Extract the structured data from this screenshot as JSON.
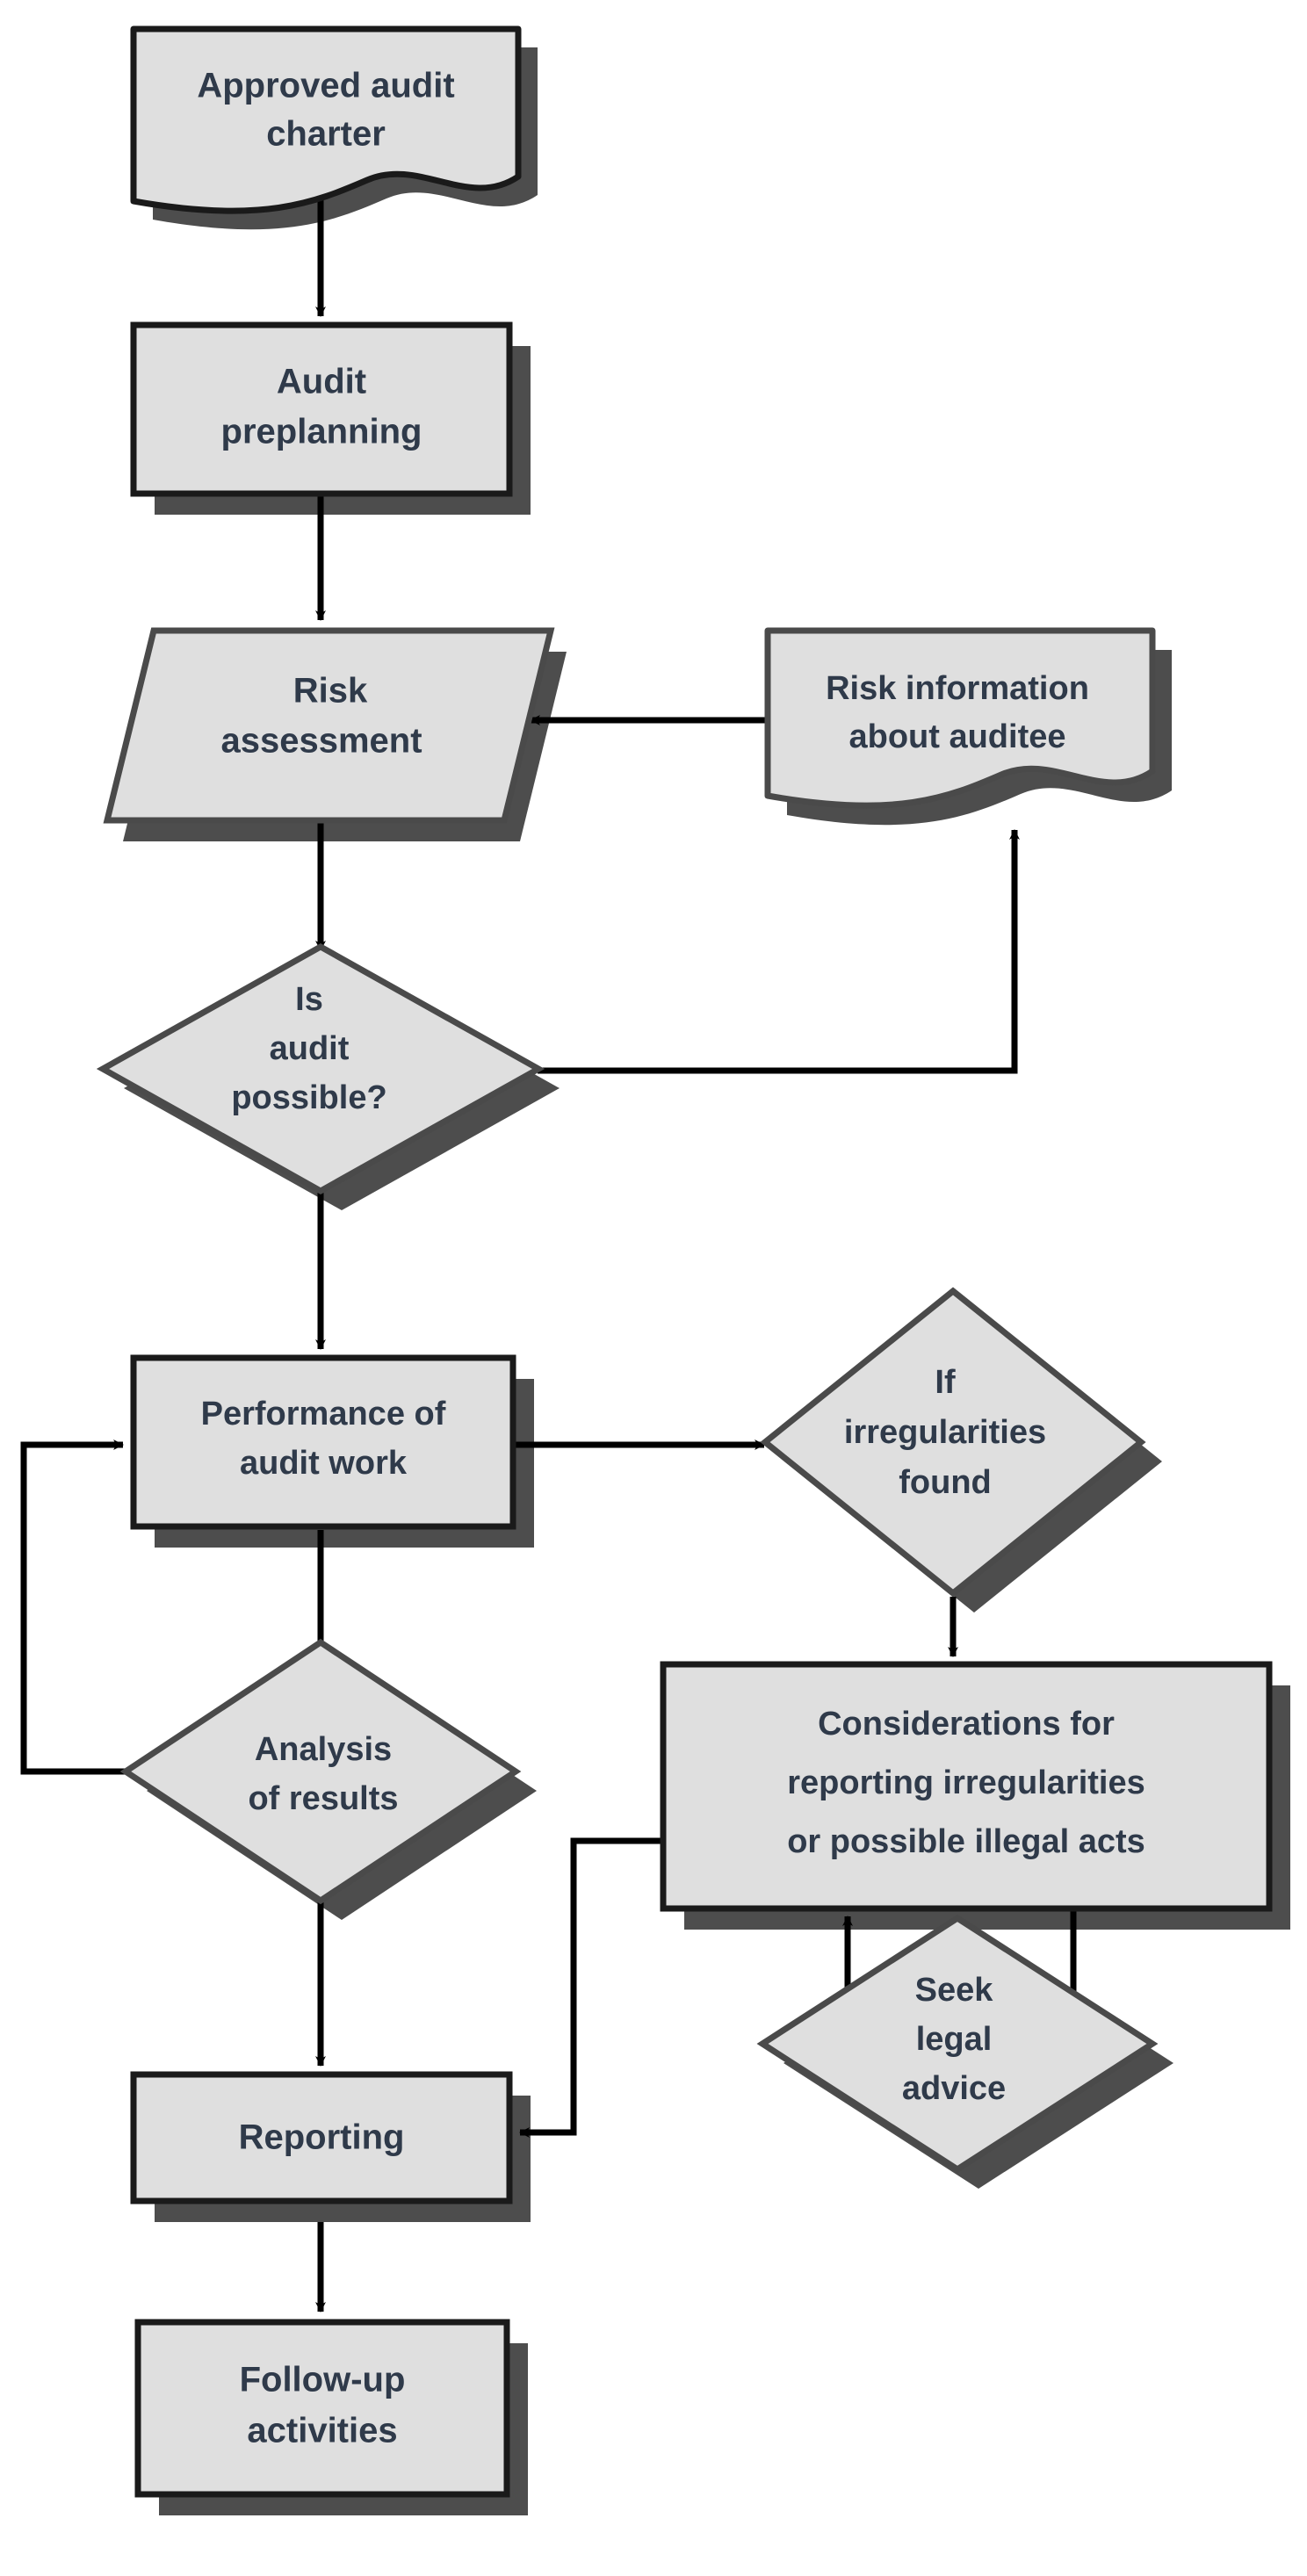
{
  "diagram": {
    "title": "Audit process flowchart",
    "colors": {
      "shape_fill": "#dfdfdf",
      "shape_stroke": "#1a1a1a",
      "shape_stroke_soft": "#3c3c3c",
      "shadow": "#4d4d4d",
      "text": "#2f3a4a",
      "connector": "#000000",
      "background": "#ffffff"
    },
    "nodes": [
      {
        "id": "approved-audit-charter",
        "shape": "document",
        "lines": [
          "Approved audit",
          "charter"
        ]
      },
      {
        "id": "audit-preplanning",
        "shape": "process",
        "lines": [
          "Audit",
          "preplanning"
        ]
      },
      {
        "id": "risk-assessment",
        "shape": "parallelogram",
        "lines": [
          "Risk",
          "assessment"
        ]
      },
      {
        "id": "risk-information-about-auditee",
        "shape": "document",
        "lines": [
          "Risk information",
          "about auditee"
        ]
      },
      {
        "id": "is-audit-possible",
        "shape": "decision",
        "lines": [
          "Is",
          "audit",
          "possible?"
        ]
      },
      {
        "id": "performance-of-audit-work",
        "shape": "process",
        "lines": [
          "Performance of",
          "audit work"
        ]
      },
      {
        "id": "if-irregularities-found",
        "shape": "decision",
        "lines": [
          "If",
          "irregularities",
          "found"
        ]
      },
      {
        "id": "analysis-of-results",
        "shape": "decision",
        "lines": [
          "Analysis",
          "of results"
        ]
      },
      {
        "id": "considerations-for-reporting",
        "shape": "process",
        "lines": [
          "Considerations for",
          "reporting irregularities",
          "or possible illegal acts"
        ]
      },
      {
        "id": "seek-legal-advice",
        "shape": "decision",
        "lines": [
          "Seek",
          "legal",
          "advice"
        ]
      },
      {
        "id": "reporting",
        "shape": "process",
        "lines": [
          "Reporting"
        ]
      },
      {
        "id": "follow-up-activities",
        "shape": "process",
        "lines": [
          "Follow-up",
          "activities"
        ]
      }
    ],
    "edges": [
      {
        "id": "charter-to-preplanning",
        "from": "approved-audit-charter",
        "to": "audit-preplanning",
        "arrow": true
      },
      {
        "id": "preplanning-to-risk-assessment",
        "from": "audit-preplanning",
        "to": "risk-assessment",
        "arrow": true
      },
      {
        "id": "risk-info-to-risk-assessment",
        "from": "risk-information-about-auditee",
        "to": "risk-assessment",
        "arrow": true
      },
      {
        "id": "risk-assessment-to-is-audit-possible",
        "from": "risk-assessment",
        "to": "is-audit-possible",
        "arrow": true
      },
      {
        "id": "is-audit-possible-to-risk-info",
        "from": "is-audit-possible",
        "to": "risk-information-about-auditee",
        "arrow": true
      },
      {
        "id": "is-audit-possible-to-performance",
        "from": "is-audit-possible",
        "to": "performance-of-audit-work",
        "arrow": true
      },
      {
        "id": "performance-to-irregularities",
        "from": "performance-of-audit-work",
        "to": "if-irregularities-found",
        "arrow": true
      },
      {
        "id": "performance-to-analysis",
        "from": "performance-of-audit-work",
        "to": "analysis-of-results",
        "arrow": true
      },
      {
        "id": "analysis-loop-back-to-performance",
        "from": "analysis-of-results",
        "to": "performance-of-audit-work",
        "arrow": true
      },
      {
        "id": "analysis-to-reporting",
        "from": "analysis-of-results",
        "to": "reporting",
        "arrow": true
      },
      {
        "id": "irregularities-to-considerations",
        "from": "if-irregularities-found",
        "to": "considerations-for-reporting",
        "arrow": true
      },
      {
        "id": "considerations-to-seek-legal-advice",
        "from": "considerations-for-reporting",
        "to": "seek-legal-advice",
        "arrow": true
      },
      {
        "id": "seek-legal-advice-to-considerations",
        "from": "seek-legal-advice",
        "to": "considerations-for-reporting",
        "arrow": true
      },
      {
        "id": "considerations-to-reporting",
        "from": "considerations-for-reporting",
        "to": "reporting",
        "arrow": true
      },
      {
        "id": "reporting-to-follow-up",
        "from": "reporting",
        "to": "follow-up-activities",
        "arrow": true
      }
    ]
  },
  "labels": {
    "approved_audit_charter_l1": "Approved audit",
    "approved_audit_charter_l2": "charter",
    "audit_preplanning_l1": "Audit",
    "audit_preplanning_l2": "preplanning",
    "risk_assessment_l1": "Risk",
    "risk_assessment_l2": "assessment",
    "risk_information_l1": "Risk information",
    "risk_information_l2": "about auditee",
    "is_audit_possible_l1": "Is",
    "is_audit_possible_l2": "audit",
    "is_audit_possible_l3": "possible?",
    "performance_l1": "Performance of",
    "performance_l2": "audit work",
    "irregularities_l1": "If",
    "irregularities_l2": "irregularities",
    "irregularities_l3": "found",
    "analysis_l1": "Analysis",
    "analysis_l2": "of results",
    "considerations_l1": "Considerations for",
    "considerations_l2": "reporting irregularities",
    "considerations_l3": "or possible illegal acts",
    "seek_legal_l1": "Seek",
    "seek_legal_l2": "legal",
    "seek_legal_l3": "advice",
    "reporting_l1": "Reporting",
    "follow_up_l1": "Follow-up",
    "follow_up_l2": "activities"
  }
}
